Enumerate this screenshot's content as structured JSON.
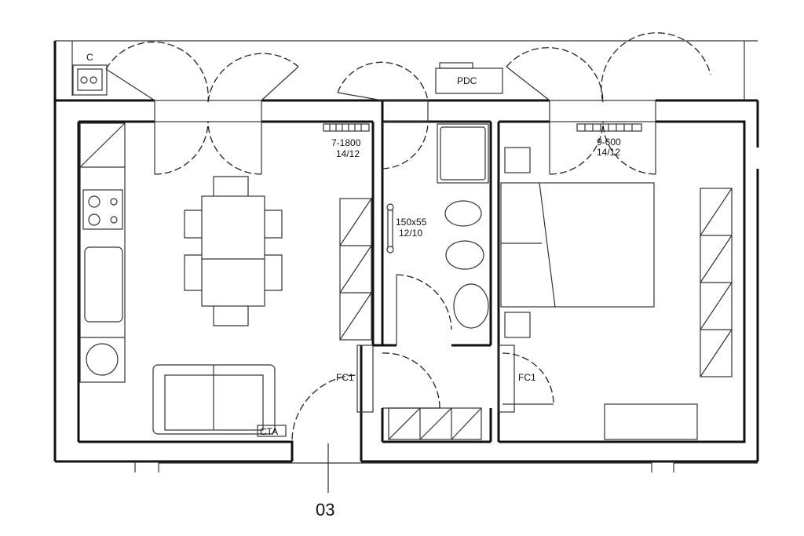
{
  "plan": {
    "boiler_label": "C",
    "heat_pump_label": "PDC",
    "living_radiator": {
      "model": "7-1800",
      "temps": "14/12"
    },
    "bedroom_radiator": {
      "model": "9-600",
      "temps": "14/12"
    },
    "bath_radiator": {
      "size": "150x55",
      "temps": "12/10"
    },
    "fan_coil_left": "FC1",
    "fan_coil_right": "FC1",
    "thermostat_label": "CTA",
    "unit_number": "03"
  }
}
